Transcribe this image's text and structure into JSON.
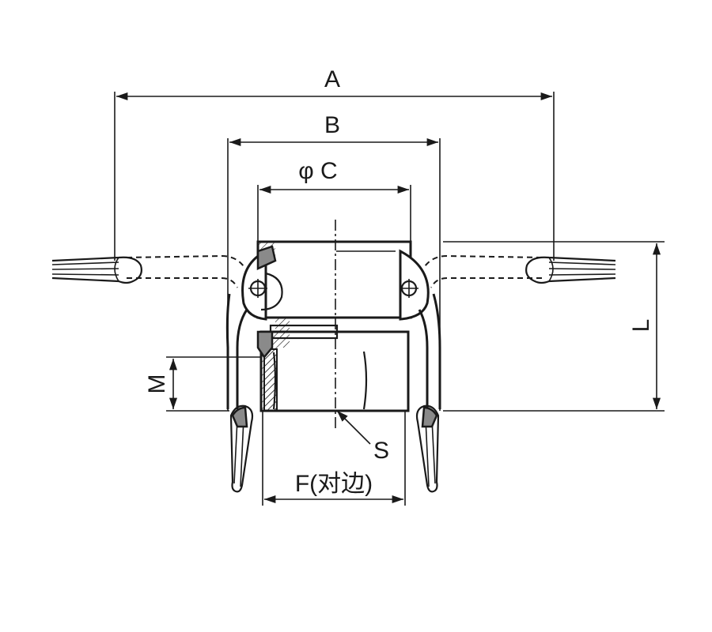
{
  "labels": {
    "dim_a": "A",
    "dim_b": "B",
    "dim_c": "φ C",
    "dim_l": "L",
    "dim_m": "M",
    "dim_s": "S",
    "dim_f": "F(对边)"
  },
  "colors": {
    "line": "#1a1a1a",
    "fill_gray": "#8a8a8a",
    "background": "#ffffff"
  }
}
